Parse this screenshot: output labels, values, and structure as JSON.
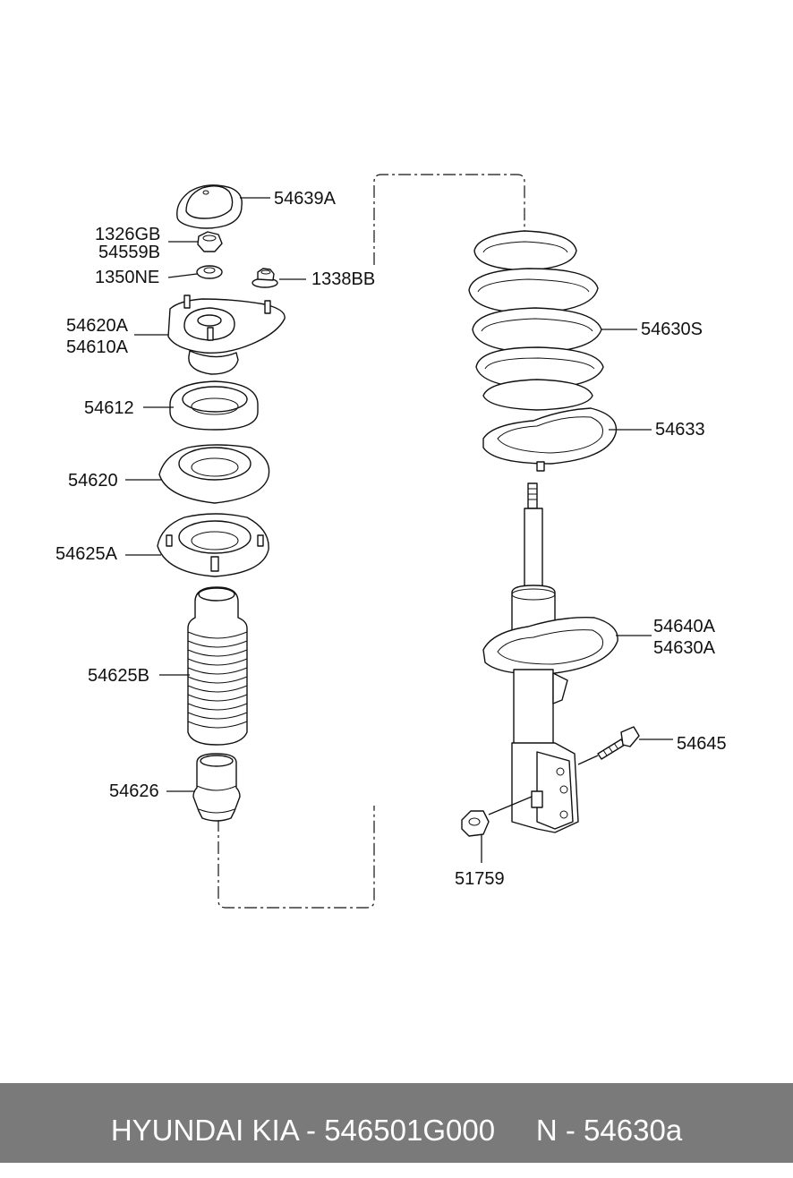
{
  "labels": {
    "p54639A": "54639A",
    "p1326GB": "1326GB",
    "p54559B": "54559B",
    "p1350NE": "1350NE",
    "p1338BB": "1338BB",
    "p54620A": "54620A",
    "p54610A": "54610A",
    "p54612": "54612",
    "p54620": "54620",
    "p54625A": "54625A",
    "p54625B": "54625B",
    "p54626": "54626",
    "p54630S": "54630S",
    "p54633": "54633",
    "p54640A": "54640A",
    "p54630A": "54630A",
    "p54645": "54645",
    "p51759": "51759"
  },
  "footer": {
    "text": "HYUNDAI KIA - 546501G000     N - 54630a",
    "background": "#7a7a7a",
    "color": "#ffffff"
  }
}
